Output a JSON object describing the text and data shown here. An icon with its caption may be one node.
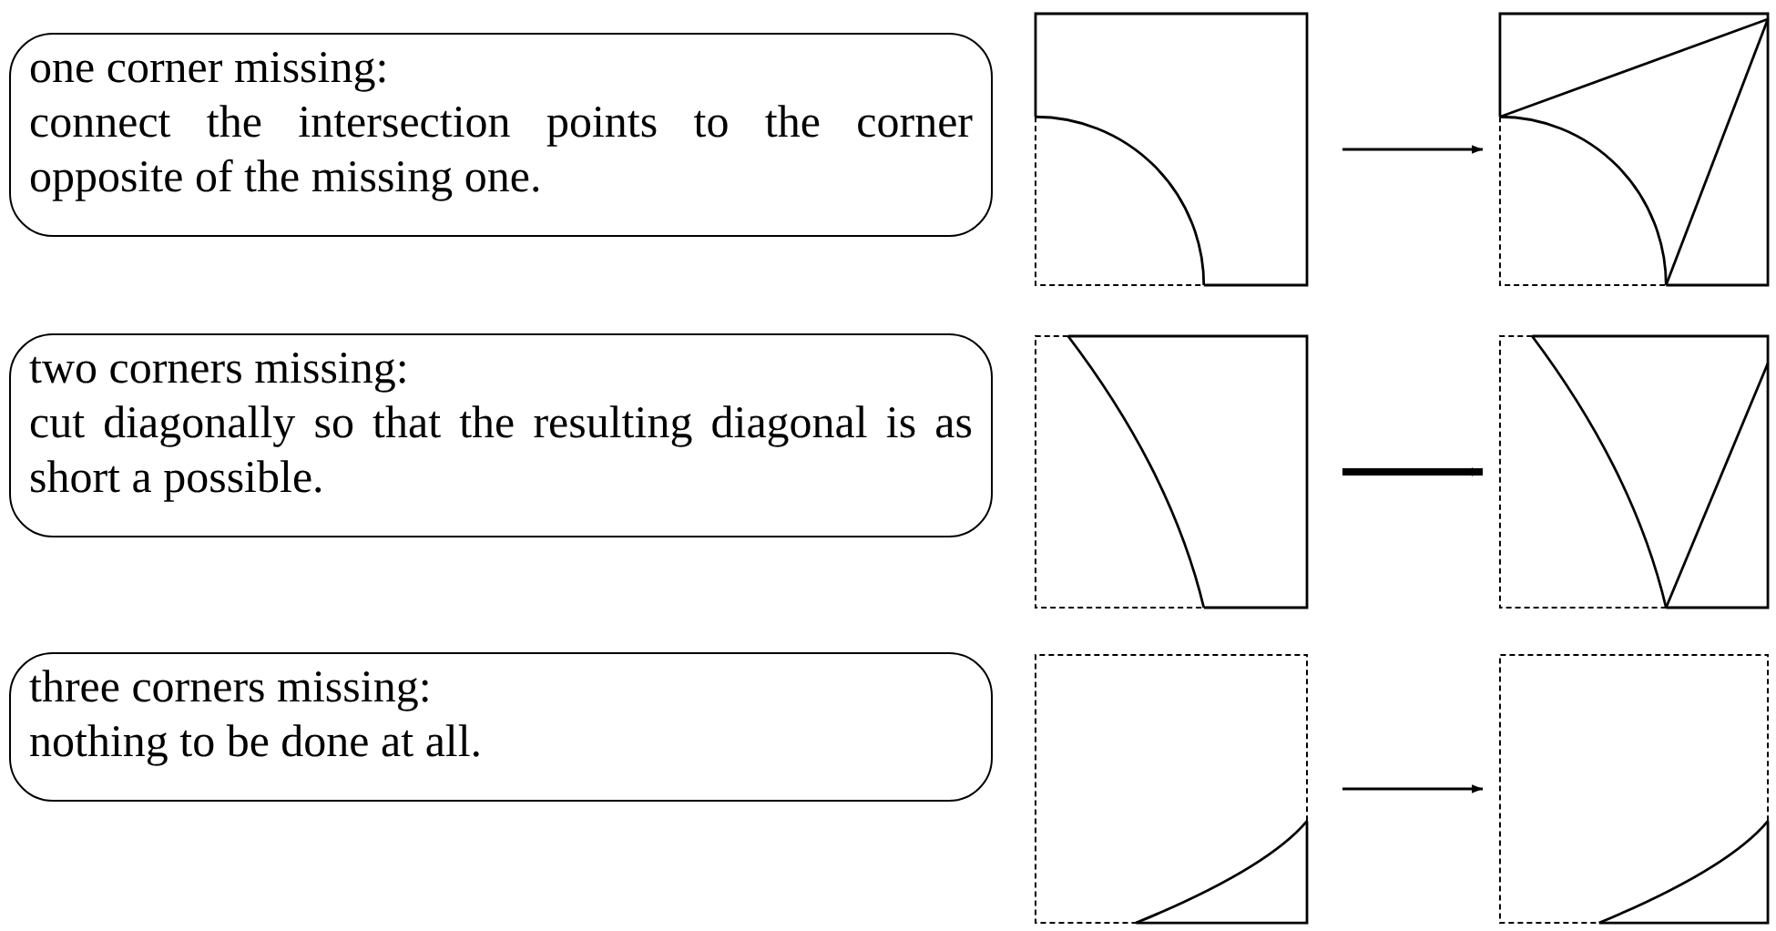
{
  "diagram": {
    "nodes": [
      {
        "text": [
          "one corner missing:",
          "connect the intersection points to the corner opposite of the missing one."
        ]
      },
      {
        "text": [],
        "shape": "picture"
      },
      {
        "text": [],
        "shape": "picture"
      },
      {
        "text": [
          "two corners missing:",
          "cut diagonally so that the resulting diagonal is as short a possible."
        ]
      },
      {
        "text": [],
        "shape": "picture"
      },
      {
        "text": [],
        "shape": "picture"
      },
      {
        "text": [
          "three corners missing:",
          "nothing to be done at all."
        ]
      },
      {
        "text": [],
        "shape": "picture"
      },
      {
        "text": [],
        "shape": "picture"
      }
    ],
    "edges": [
      {
        "from": 1,
        "to": 2,
        "arrow": "to"
      },
      {
        "from": 4,
        "to": 5,
        "arrow": "to",
        "style": "thick"
      },
      {
        "from": 7,
        "to": 8,
        "arrow": "to"
      }
    ]
  }
}
